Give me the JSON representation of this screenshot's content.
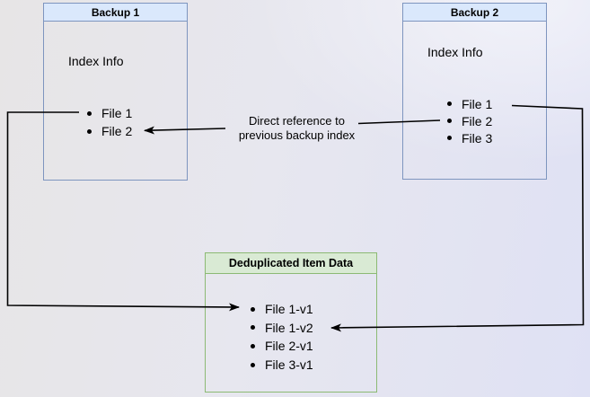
{
  "canvas": {
    "background_left_color": "#e7e5e6",
    "background_right_color": "#dfe1f4",
    "arrow_color": "#000000"
  },
  "boxes": {
    "backup1": {
      "title": "Backup 1",
      "subtitle": "Index Info",
      "items": [
        "File 1",
        "File 2"
      ],
      "header_fill": "#dae8fc",
      "border_color": "#7e95bf"
    },
    "backup2": {
      "title": "Backup 2",
      "subtitle": "Index Info",
      "items": [
        "File 1",
        "File 2",
        "File 3"
      ],
      "header_fill": "#dae8fc",
      "border_color": "#7e95bf"
    },
    "dedup": {
      "title": "Deduplicated Item Data",
      "items": [
        "File 1-v1",
        "File 1-v2",
        "File 2-v1",
        "File 3-v1"
      ],
      "header_fill": "#d9ead4",
      "border_color": "#8cba74"
    }
  },
  "edge_label": {
    "line1": "Direct reference to",
    "line2": "previous backup index"
  },
  "icons": {
    "bullet-icon": "filled-circle",
    "arrowhead-icon": "classic-filled-arrow"
  }
}
